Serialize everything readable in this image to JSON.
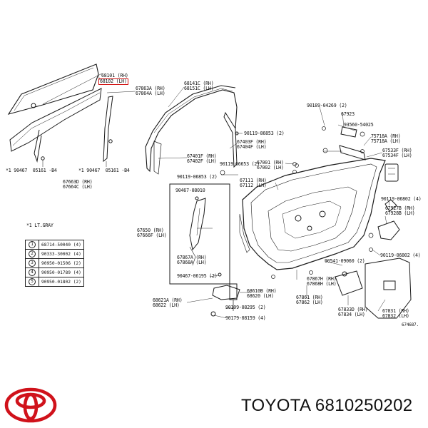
{
  "brand": {
    "caption": "TOYOTA 6810250202",
    "logo_icon": "toyota-emblem-icon",
    "logo_color": "#d0121b"
  },
  "highlight_color": "#d11111",
  "paint_note": "*1 LT.GRAY",
  "figure_ref": "674687.",
  "labels": {
    "l68101": "68101 (RH)",
    "l68102": "68102 (LH)",
    "l67863": "67863A (RH)\n67864A (LH)",
    "l68141": "68141C (RH)\n68151C (LH)",
    "l90189": "90189-04269 (2)",
    "l67923": "67923",
    "l93560": "93560-54025",
    "l90119a": "90119-86853 (2)",
    "l75718": "75718A (RH)\n75718A (LH)",
    "l67403": "67403F (RH)\n67404F (LH)",
    "l67533": "67533F (RH)\n67534F (LH)",
    "l67401": "67401F (RH)\n67402F (LH)",
    "l90119b": "90119",
    "l66653": "66653 (2)",
    "l67001": "67001 (RH)\n67002 (LH)",
    "l90467a": "*1 90467  05161 -B4",
    "l90467b": "*1 90467  05161 -B4",
    "l67663": "67663D (RH)\n67664C (LH)",
    "l90119c": "90119-06853 (2)",
    "l67111": "67111 (RH)\n67112 (LH)",
    "l90467c": "90467-08010",
    "l67650": "67650 (RH)\n67666F (LH)",
    "l90119d": "90119-06802 (4)",
    "l67927": "67927B (RH)\n67928B (LH)",
    "l90119e": "90119-06802 (4)",
    "l67867": "67867A (RH)\n67868A (LH)",
    "l90467d": "90467-06195 (2)",
    "l90541": "90541-09060 (2)",
    "l67867h": "67867H (RH)\n67868H (LH)",
    "l68610": "68610B (RH)\n68620 (LH)",
    "l90109": "90109-08295 (2)",
    "l68621": "68621A (RH)\n68622 (LH)",
    "l67861": "67861 (RH)\n67862 (LH)",
    "l67833": "67833D (RH)\n67834 (LH)",
    "l67831": "67831 (RH)\n67832 (LH)",
    "l90179": "90179-08159 (4)"
  },
  "legend": [
    {
      "num": "1",
      "part": "68714-50040 (4)"
    },
    {
      "num": "2",
      "part": "90333-30002 (4)"
    },
    {
      "num": "3",
      "part": "90950-01506 (2)"
    },
    {
      "num": "4",
      "part": "90950-01789 (4)"
    },
    {
      "num": "5",
      "part": "90950-01802 (2)"
    }
  ]
}
